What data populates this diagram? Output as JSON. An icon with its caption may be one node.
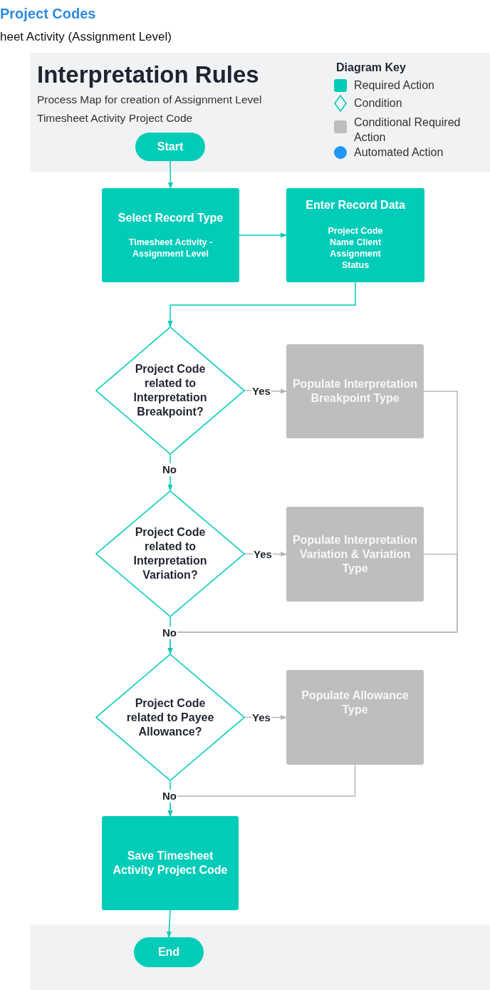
{
  "diagram": {
    "title": "Interpretation Rules",
    "nodes": [
      {
        "text": [
          "Start"
        ]
      },
      {
        "text": [
          "Select Record Type",
          "Timesheet Activity - Assignment Level"
        ]
      },
      {
        "text": [
          "Enter Record Data",
          "Project Code Name Client Assignment Status"
        ]
      },
      {
        "text": [
          "Project Code related to Interpretation Breakpoint?"
        ]
      },
      {
        "text": [
          "Populate Interpretation Breakpoint Type"
        ]
      },
      {
        "text": [
          "Project Code related to Interpretation Variation?"
        ]
      },
      {
        "text": [
          "Populate Interpretation Variation & Variation Type"
        ]
      },
      {
        "text": [
          "Project Code related to Payee Allowance?"
        ]
      },
      {
        "text": [
          "Populate Allowance Type"
        ]
      },
      {
        "text": [
          "Save Timesheet Activity Project Code"
        ]
      },
      {
        "text": [
          "End"
        ]
      }
    ],
    "edges": [
      {
        "from": 0,
        "to": 1,
        "arrow": "to"
      },
      {
        "from": 1,
        "to": 2,
        "arrow": "to"
      },
      {
        "from": 2,
        "to": 3,
        "arrow": "to"
      },
      {
        "from": 3,
        "to": 4,
        "arrow": "to",
        "label": "Yes",
        "color": "#b5b6b8"
      },
      {
        "from": 3,
        "to": 5,
        "arrow": "to",
        "label": "No"
      },
      {
        "from": 4,
        "to": 7,
        "arrow": "to",
        "color": "#b5b6b8"
      },
      {
        "from": 5,
        "to": 7,
        "arrow": "to",
        "label": "No"
      },
      {
        "from": 6,
        "to": 7,
        "arrow": "to",
        "color": "#b5b6b8"
      },
      {
        "from": 5,
        "to": 6,
        "arrow": "to",
        "label": "Yes",
        "color": "#b5b6b8"
      },
      {
        "from": 7,
        "to": 8,
        "arrow": "to",
        "label": "Yes",
        "color": "#b5b6b8"
      },
      {
        "from": 7,
        "to": 9,
        "arrow": "to",
        "label": "No"
      },
      {
        "from": 8,
        "to": 9,
        "arrow": "to",
        "color": "#b5b6b8"
      },
      {
        "from": 9,
        "to": 10,
        "arrow": "to"
      }
    ],
    "labels": [
      "Project Codes",
      "heet Activity (Assignment Level)",
      "Process Map for creation of Assignment Level Timesheet Activity Project Code",
      "Diagram Key"
    ],
    "legend": [
      {
        "text": "Required Action",
        "color": "#00ccb8"
      },
      {
        "text": "Condition"
      },
      {
        "text": "Conditional Required Action",
        "color": "#bdbec0"
      },
      {
        "text": "Automated Action",
        "color": "#2196f3"
      }
    ]
  }
}
